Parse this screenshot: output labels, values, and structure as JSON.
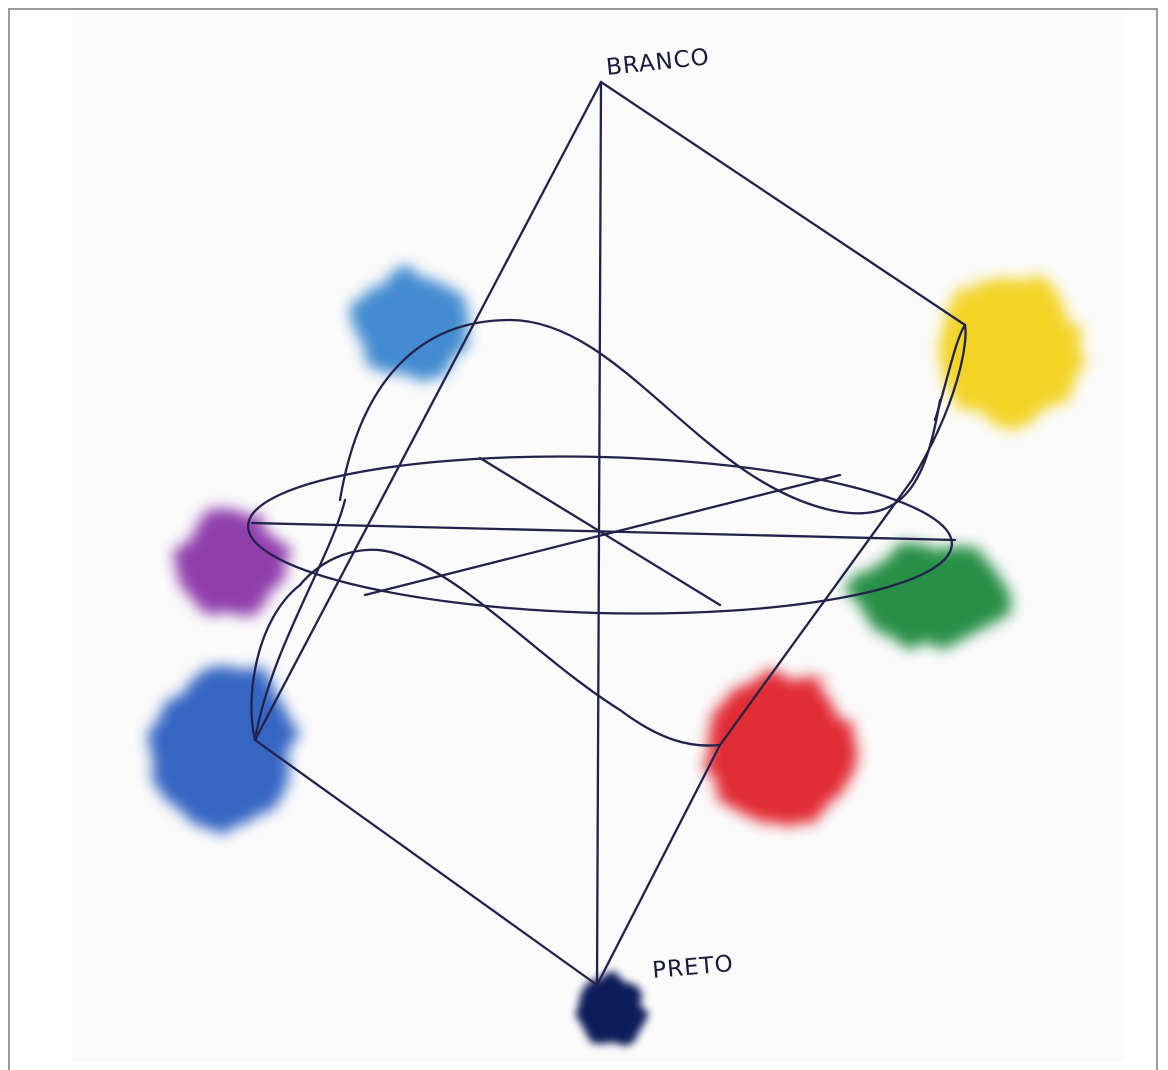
{
  "diagram": {
    "labels": {
      "top": "BRANCO",
      "bottom": "PRETO"
    },
    "ink_color": "#22224a",
    "swatches": [
      {
        "name": "light-blue",
        "color": "#3a86cf"
      },
      {
        "name": "yellow",
        "color": "#f2d21c"
      },
      {
        "name": "purple",
        "color": "#8a35a8"
      },
      {
        "name": "green",
        "color": "#1e8a3c"
      },
      {
        "name": "blue",
        "color": "#2a5fc0"
      },
      {
        "name": "red",
        "color": "#e0242a"
      },
      {
        "name": "navy",
        "color": "#0f1a5a"
      }
    ]
  }
}
